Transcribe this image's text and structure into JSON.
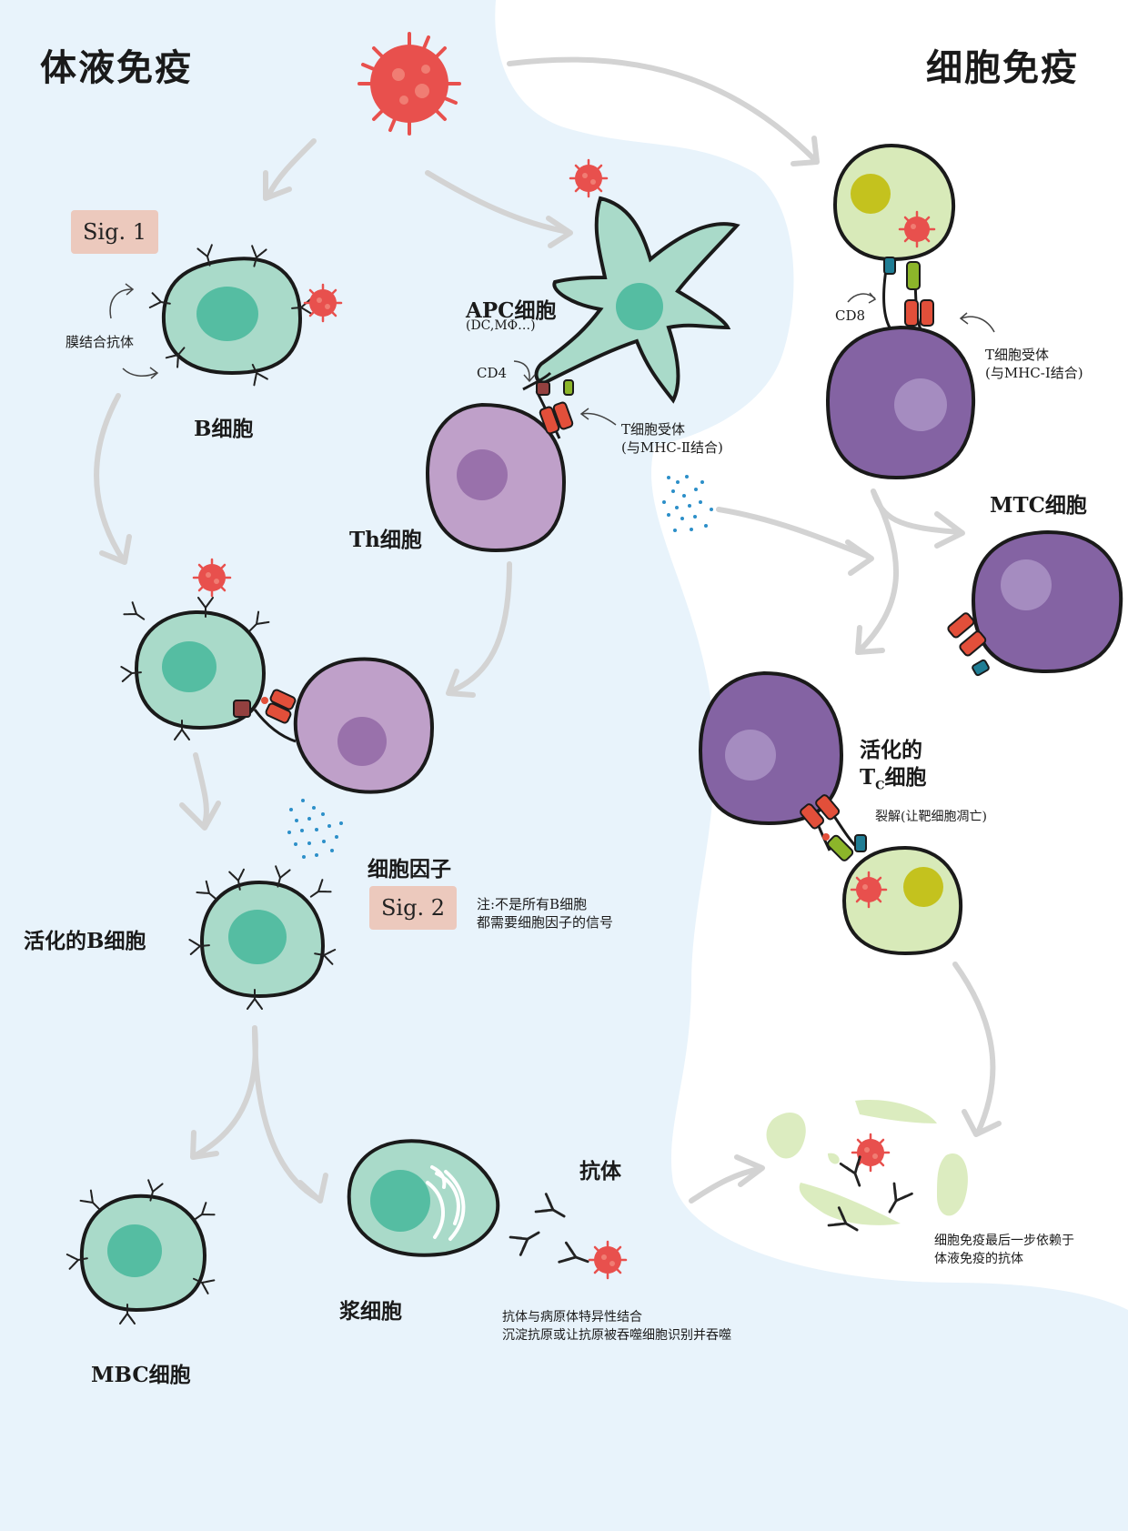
{
  "titles": {
    "left": "体液免疫",
    "right": "细胞免疫"
  },
  "signals": {
    "sig1": "Sig. 1",
    "sig2": "Sig. 2"
  },
  "labels": {
    "membrane_antibody": "膜结合抗体",
    "b_cell": "B细胞",
    "apc_cell": "APC细胞",
    "apc_examples": "(DC,MΦ…)",
    "cd4": "CD4",
    "tcr_mhc2_line1": "T细胞受体",
    "tcr_mhc2_line2": "(与MHC-Ⅱ结合)",
    "th_cell": "Th细胞",
    "cd8": "CD8",
    "tcr_mhc1_line1": "T细胞受体",
    "tcr_mhc1_line2": "(与MHC-Ⅰ结合)",
    "mtc_cell": "MTC细胞",
    "activated_tc_line1": "活化的",
    "activated_tc_T": "T",
    "activated_tc_sub": "C",
    "activated_tc_rest": "细胞",
    "lysis": "裂解(让靶细胞凋亡)",
    "cytokine": "细胞因子",
    "note_line1": "注:不是所有B细胞",
    "note_line2": "都需要细胞因子的信号",
    "activated_b": "活化的B细胞",
    "mbc_cell": "MBC细胞",
    "plasma_cell": "浆细胞",
    "antibody": "抗体",
    "antibody_note_line1": "抗体与病原体特异性结合",
    "antibody_note_line2": "沉淀抗原或让抗原被吞噬细胞识别并吞噬",
    "final_note_line1": "细胞免疫最后一步依赖于",
    "final_note_line2": "体液免疫的抗体"
  },
  "colors": {
    "background_left": "#e8f3fb",
    "b_cell_fill": "#a9dac9",
    "b_nucleus": "#55bda2",
    "th_fill": "#bfa0c9",
    "th_nucleus": "#9971ab",
    "tc_fill": "#8463a3",
    "tc_nucleus": "#a58cc0",
    "target_fill": "#d8eab9",
    "target_nucleus": "#c4c21e",
    "virus": "#e8504d",
    "receptor_red": "#e24f3a",
    "cd4_maroon": "#93403f",
    "cd8_teal": "#1f7d94",
    "mhc_green": "#8cb52a",
    "sig_fill": "#ecc9bd",
    "arrow": "#d2d2d2",
    "cytokine": "#2c8fc8"
  }
}
